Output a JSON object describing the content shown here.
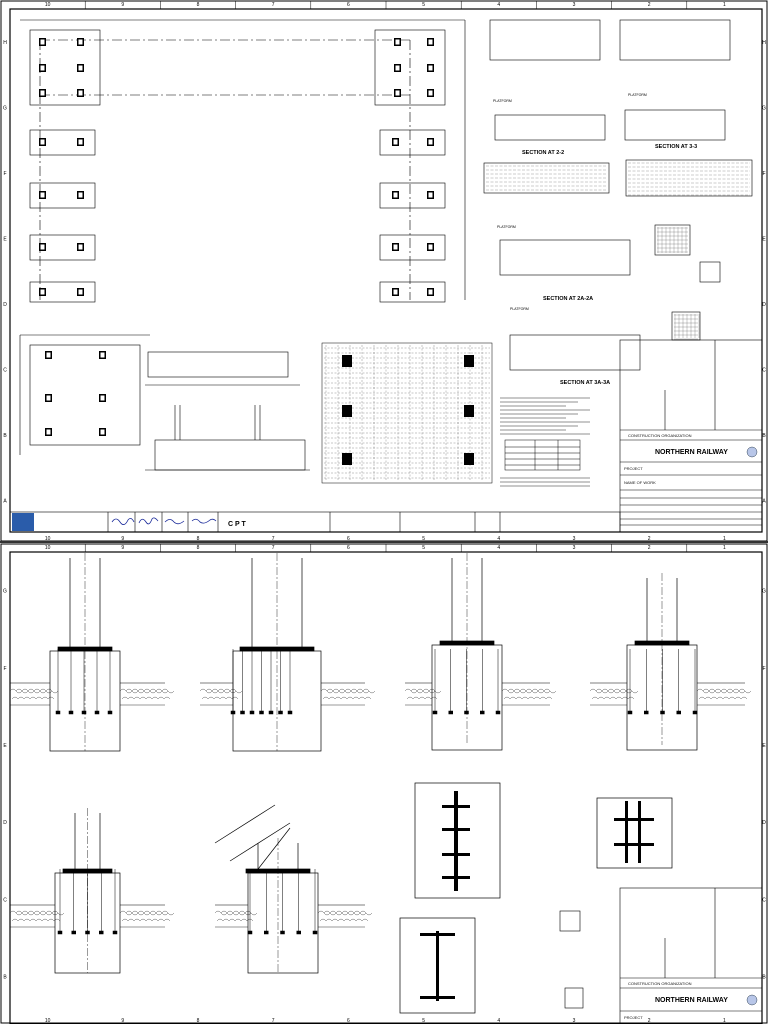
{
  "sheet1": {
    "grid_cols": [
      "10",
      "9",
      "8",
      "7",
      "6",
      "5",
      "4",
      "3",
      "2",
      "1"
    ],
    "grid_rows": [
      "H",
      "G",
      "F",
      "E",
      "D",
      "C",
      "B",
      "A"
    ],
    "titles": {
      "sec22": "SECTION AT 2-2",
      "sec33": "SECTION AT 3-3",
      "sec2a": "SECTION AT 2A-2A",
      "sec3a": "SECTION AT 3A-3A"
    },
    "labels": {
      "platform1": "PLATFORM",
      "platform2": "PLATFORM",
      "platform3": "PLATFORM",
      "platform4": "PLATFORM"
    },
    "title_block": {
      "org_line1": "CONSTRUCTION ORGANIZATION",
      "org_name": "NORTHERN RAILWAY",
      "project_label": "PROJECT",
      "work_label": "NAME OF WORK"
    },
    "logo_text": "C P T",
    "table": {
      "rows": [
        [
          "",
          "",
          ""
        ],
        [
          "",
          "",
          ""
        ],
        [
          "",
          "",
          ""
        ],
        [
          "",
          "",
          ""
        ]
      ]
    }
  },
  "sheet2": {
    "grid_cols": [
      "10",
      "9",
      "8",
      "7",
      "6",
      "5",
      "4",
      "3",
      "2",
      "1"
    ],
    "grid_rows": [
      "G",
      "F",
      "E",
      "D",
      "C",
      "B"
    ],
    "title_block": {
      "org_line1": "CONSTRUCTION ORGANIZATION",
      "org_name": "NORTHERN RAILWAY",
      "project_label": "PROJECT"
    }
  }
}
